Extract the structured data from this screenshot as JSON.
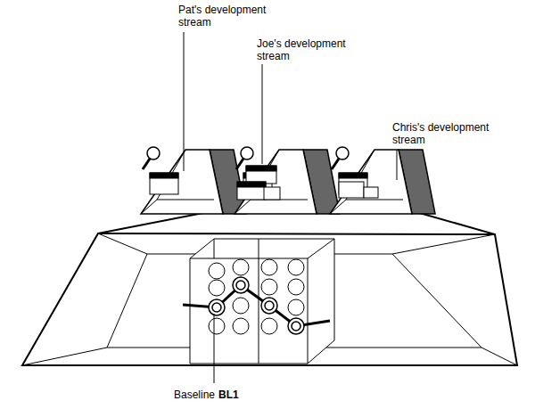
{
  "diagram": {
    "labels": [
      "Pat's development stream",
      "Joe's development stream",
      "Chris's development stream",
      "Baseline",
      "BL1"
    ]
  }
}
